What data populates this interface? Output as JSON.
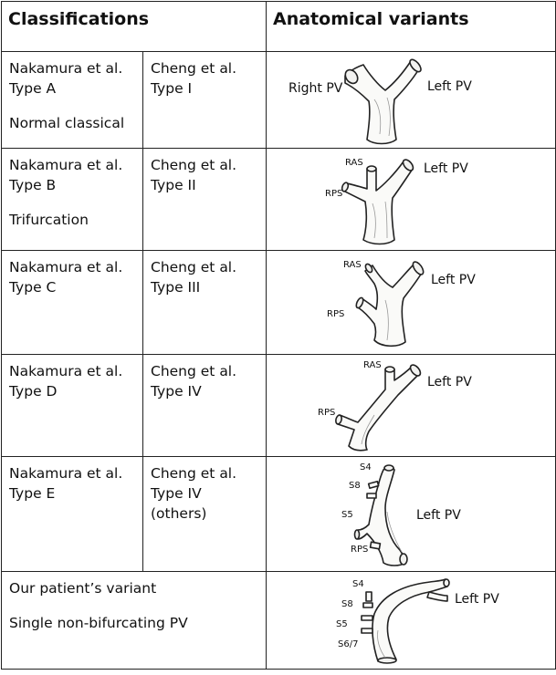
{
  "header": {
    "classifications": "Classifications",
    "variants": "Anatomical variants"
  },
  "rows": [
    {
      "nakamura": [
        "Nakamura et al.",
        "Type A"
      ],
      "nakamura_note": "Normal classical",
      "cheng": [
        "Cheng et al.",
        "Type I"
      ],
      "labels": {
        "right_pv": "Right PV",
        "left_pv": "Left PV"
      }
    },
    {
      "nakamura": [
        "Nakamura et al.",
        "Type B"
      ],
      "nakamura_note": "Trifurcation",
      "cheng": [
        "Cheng et al.",
        "Type II"
      ],
      "labels": {
        "ras": "RAS",
        "rps": "RPS",
        "left_pv": "Left PV"
      }
    },
    {
      "nakamura": [
        "Nakamura et al.",
        "Type C"
      ],
      "cheng": [
        "Cheng et al.",
        "Type III"
      ],
      "labels": {
        "ras": "RAS",
        "rps": "RPS",
        "left_pv": "Left PV"
      }
    },
    {
      "nakamura": [
        "Nakamura et al.",
        "Type D"
      ],
      "cheng": [
        "Cheng et al.",
        "Type IV"
      ],
      "labels": {
        "ras": "RAS",
        "rps": "RPS",
        "left_pv": "Left PV"
      }
    },
    {
      "nakamura": [
        "Nakamura et al.",
        "Type E"
      ],
      "cheng": [
        "Cheng et al.",
        "Type IV",
        "(others)"
      ],
      "labels": {
        "s4": "S4",
        "s8": "S8",
        "s5": "S5",
        "rps": "RPS",
        "left_pv": "Left PV"
      }
    }
  ],
  "patient_row": {
    "title": "Our patient’s variant",
    "note": "Single non-bifurcating PV",
    "labels": {
      "s4": "S4",
      "s8": "S8",
      "s5": "S5",
      "s67": "S6/7",
      "left_pv": "Left PV"
    }
  }
}
